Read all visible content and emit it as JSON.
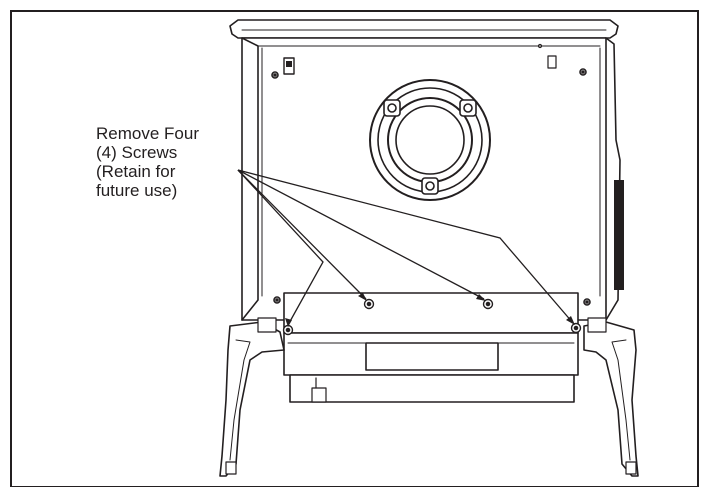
{
  "callout": {
    "lines": [
      "Remove Four",
      "(4) Screws",
      "(Retain for",
      "future use)"
    ]
  },
  "colors": {
    "line": "#231f20",
    "background": "#ffffff",
    "frame": "#231f20"
  },
  "screw_count": 4
}
